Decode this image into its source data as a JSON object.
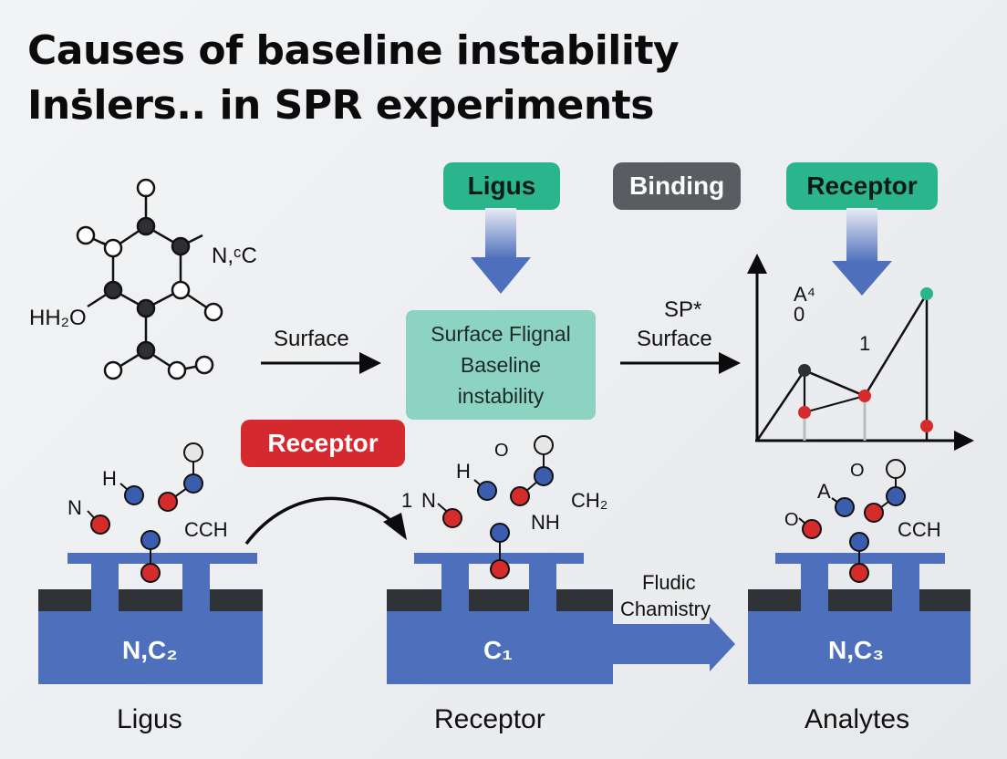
{
  "title_line1": "Causes of baseline instability",
  "title_line2": "Inṡlers.. in SPR experiments",
  "tags": {
    "ligus": "Ligus",
    "binding": "Binding",
    "receptor_top": "Receptor",
    "receptor_mid": "Receptor"
  },
  "flow": {
    "surface_left": "Surface",
    "center_box": [
      "Surface Flignal",
      "Baseline",
      "instability"
    ],
    "sp_line1": "SP*",
    "sp_line2": "Surface",
    "fludic_line1": "Fludic",
    "fludic_line2": "Chamistry"
  },
  "molecule": {
    "hh2o": "HH₂O",
    "nc": "N,ᶜC"
  },
  "graph": {
    "label_a": "A⁴",
    "label_0": "0",
    "label_1": "1"
  },
  "left_mol": {
    "h": "H",
    "n": "N",
    "cch": "CCH"
  },
  "mid_mol": {
    "o": "O",
    "h": "H",
    "one": "1",
    "n": "N",
    "nh": "NH",
    "ch2": "CH₂"
  },
  "right_mol": {
    "o": "O",
    "a": "A",
    "o2": "O",
    "cch": "CCH"
  },
  "chips": {
    "left": "N,C₂",
    "middle": "C₁",
    "right": "N,C₃"
  },
  "bottom": {
    "left": "Ligus",
    "middle": "Receptor",
    "right": "Analytes"
  },
  "colors": {
    "blue": "#4e6fbb",
    "dark_band": "#2f3237",
    "green": "#2bb58d",
    "gray": "#595c61",
    "red": "#d42a2f",
    "teal_box": "#8dd3c2",
    "atom_red": "#d52b2b",
    "atom_blue": "#3b5db0"
  }
}
